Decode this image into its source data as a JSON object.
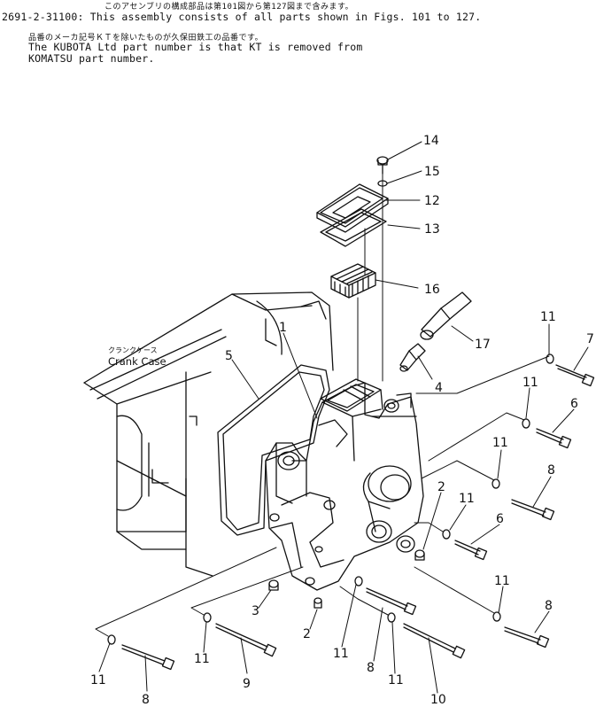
{
  "header": {
    "jp_line1": "このアセンブリの構成部品は第101図から第127図まで含みます。",
    "line1": "2691-2-31100: This assembly consists of all parts shown in Figs. 101 to 127.",
    "jp_line2": "品番のメーカ記号ＫＴを除いたものが久保田鉄工の品番です。",
    "line2": "The KUBOTA Ltd part number is that KT is removed from",
    "line3": "KOMATSU part number."
  },
  "diagram": {
    "crank_case_jp": "クランクケース",
    "crank_case_label": "Crank Case",
    "callouts": [
      "14",
      "15",
      "12",
      "13",
      "16",
      "17",
      "1",
      "5",
      "4",
      "11",
      "7",
      "11",
      "6",
      "11",
      "8",
      "2",
      "11",
      "6",
      "11",
      "8",
      "3",
      "2",
      "11",
      "8",
      "11",
      "9",
      "11",
      "10",
      "11",
      "8"
    ]
  }
}
